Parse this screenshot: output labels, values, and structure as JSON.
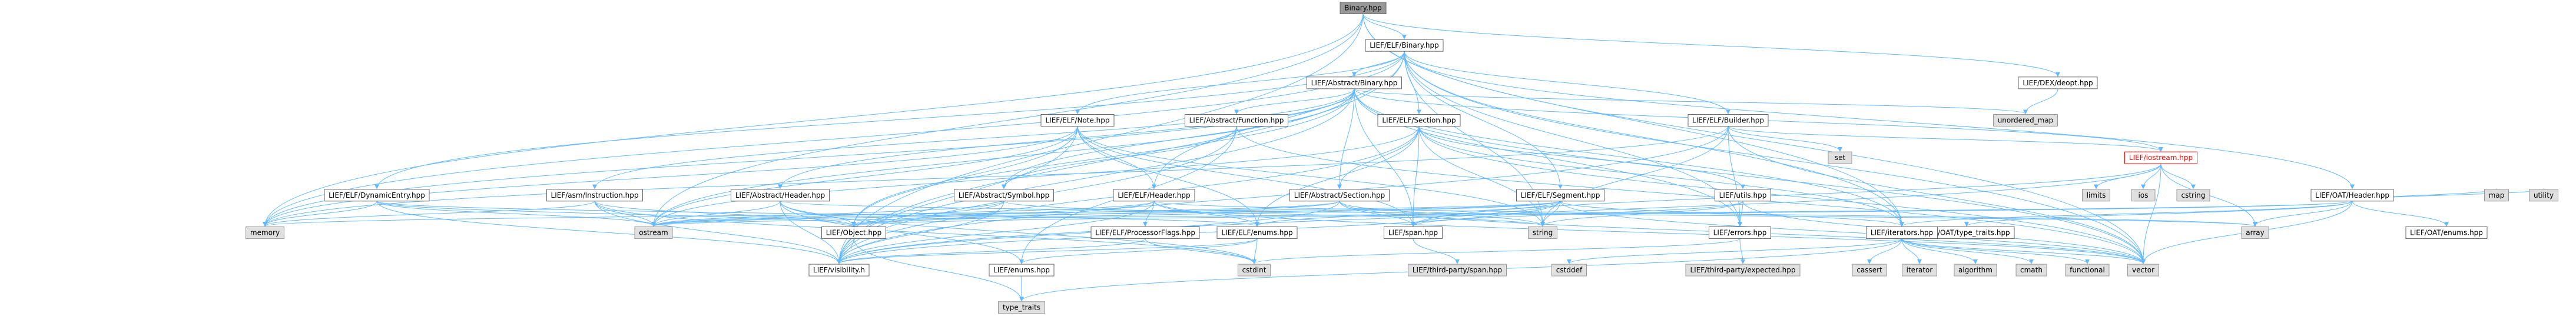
{
  "colors": {
    "edge": "#63b8ff",
    "node_fill": "#ffffff",
    "node_border": "#666666",
    "root_fill": "#999999",
    "root_border": "#666666",
    "system_fill": "#e0e0e0",
    "system_border": "#999999",
    "highlight_border": "#ff0000",
    "highlight_text": "#ff0000",
    "text": "#000000"
  },
  "nodes": [
    {
      "id": "n0",
      "label": "Binary.hpp",
      "kind": "root"
    },
    {
      "id": "n1",
      "label": "LIEF/ELF/Binary.hpp",
      "kind": "file"
    },
    {
      "id": "n2",
      "label": "LIEF/Abstract/Binary.hpp",
      "kind": "file"
    },
    {
      "id": "n3",
      "label": "LIEF/DEX/deopt.hpp",
      "kind": "file"
    },
    {
      "id": "n4",
      "label": "LIEF/OAT/Header.hpp",
      "kind": "file"
    },
    {
      "id": "n5",
      "label": "LIEF/ELF/Note.hpp",
      "kind": "file"
    },
    {
      "id": "n6",
      "label": "LIEF/Abstract/Function.hpp",
      "kind": "file"
    },
    {
      "id": "n7",
      "label": "LIEF/ELF/Section.hpp",
      "kind": "file"
    },
    {
      "id": "n8",
      "label": "LIEF/ELF/Builder.hpp",
      "kind": "file"
    },
    {
      "id": "n9",
      "label": "unordered_map",
      "kind": "system"
    },
    {
      "id": "n10",
      "label": "set",
      "kind": "system"
    },
    {
      "id": "n11",
      "label": "LIEF/iostream.hpp",
      "kind": "highlight"
    },
    {
      "id": "n12",
      "label": "LIEF/ELF/DynamicEntry.hpp",
      "kind": "file"
    },
    {
      "id": "n13",
      "label": "LIEF/asm/Instruction.hpp",
      "kind": "file"
    },
    {
      "id": "n14",
      "label": "LIEF/Abstract/Header.hpp",
      "kind": "file"
    },
    {
      "id": "n15",
      "label": "LIEF/Abstract/Symbol.hpp",
      "kind": "file"
    },
    {
      "id": "n16",
      "label": "LIEF/ELF/Header.hpp",
      "kind": "file"
    },
    {
      "id": "n17",
      "label": "LIEF/Abstract/Section.hpp",
      "kind": "file"
    },
    {
      "id": "n18",
      "label": "LIEF/ELF/Segment.hpp",
      "kind": "file"
    },
    {
      "id": "n19",
      "label": "LIEF/utils.hpp",
      "kind": "file"
    },
    {
      "id": "n20",
      "label": "LIEF/OAT/type_traits.hpp",
      "kind": "file"
    },
    {
      "id": "n21",
      "label": "memory",
      "kind": "system"
    },
    {
      "id": "n22",
      "label": "ostream",
      "kind": "system"
    },
    {
      "id": "n23",
      "label": "LIEF/Object.hpp",
      "kind": "file"
    },
    {
      "id": "n24",
      "label": "LIEF/ELF/ProcessorFlags.hpp",
      "kind": "file"
    },
    {
      "id": "n25",
      "label": "LIEF/ELF/enums.hpp",
      "kind": "file"
    },
    {
      "id": "n26",
      "label": "LIEF/span.hpp",
      "kind": "file"
    },
    {
      "id": "n27",
      "label": "string",
      "kind": "system"
    },
    {
      "id": "n28",
      "label": "LIEF/errors.hpp",
      "kind": "file"
    },
    {
      "id": "n29",
      "label": "LIEF/iterators.hpp",
      "kind": "file"
    },
    {
      "id": "n30",
      "label": "limits",
      "kind": "system"
    },
    {
      "id": "n31",
      "label": "ios",
      "kind": "system"
    },
    {
      "id": "n32",
      "label": "cstring",
      "kind": "system"
    },
    {
      "id": "n33",
      "label": "array",
      "kind": "system"
    },
    {
      "id": "n34",
      "label": "LIEF/OAT/enums.hpp",
      "kind": "file"
    },
    {
      "id": "n35",
      "label": "map",
      "kind": "system"
    },
    {
      "id": "n36",
      "label": "utility",
      "kind": "system"
    },
    {
      "id": "n37",
      "label": "LIEF/visibility.h",
      "kind": "file"
    },
    {
      "id": "n38",
      "label": "LIEF/enums.hpp",
      "kind": "file"
    },
    {
      "id": "n39",
      "label": "cstdint",
      "kind": "system"
    },
    {
      "id": "n40",
      "label": "LIEF/third-party/span.hpp",
      "kind": "system"
    },
    {
      "id": "n41",
      "label": "cstddef",
      "kind": "system"
    },
    {
      "id": "n42",
      "label": "LIEF/third-party/expected.hpp",
      "kind": "system"
    },
    {
      "id": "n43",
      "label": "cassert",
      "kind": "system"
    },
    {
      "id": "n44",
      "label": "iterator",
      "kind": "system"
    },
    {
      "id": "n45",
      "label": "algorithm",
      "kind": "system"
    },
    {
      "id": "n46",
      "label": "cmath",
      "kind": "system"
    },
    {
      "id": "n47",
      "label": "functional",
      "kind": "system"
    },
    {
      "id": "n48",
      "label": "vector",
      "kind": "system"
    },
    {
      "id": "n49",
      "label": "type_traits",
      "kind": "system"
    }
  ],
  "edges": [
    [
      "n0",
      "n1"
    ],
    [
      "n0",
      "n3"
    ],
    [
      "n0",
      "n37"
    ],
    [
      "n0",
      "n21"
    ],
    [
      "n0",
      "n22"
    ],
    [
      "n0",
      "n29"
    ],
    [
      "n0",
      "n48"
    ],
    [
      "n1",
      "n2"
    ],
    [
      "n1",
      "n4"
    ],
    [
      "n1",
      "n5"
    ],
    [
      "n1",
      "n7"
    ],
    [
      "n1",
      "n8"
    ],
    [
      "n1",
      "n12"
    ],
    [
      "n1",
      "n16"
    ],
    [
      "n1",
      "n18"
    ],
    [
      "n1",
      "n29"
    ],
    [
      "n1",
      "n28"
    ],
    [
      "n1",
      "n37"
    ],
    [
      "n1",
      "n48"
    ],
    [
      "n1",
      "n21"
    ],
    [
      "n1",
      "n27"
    ],
    [
      "n2",
      "n6"
    ],
    [
      "n2",
      "n9"
    ],
    [
      "n2",
      "n13"
    ],
    [
      "n2",
      "n14"
    ],
    [
      "n2",
      "n17"
    ],
    [
      "n2",
      "n15"
    ],
    [
      "n2",
      "n23"
    ],
    [
      "n2",
      "n29"
    ],
    [
      "n2",
      "n28"
    ],
    [
      "n2",
      "n26"
    ],
    [
      "n2",
      "n37"
    ],
    [
      "n2",
      "n48"
    ],
    [
      "n2",
      "n21"
    ],
    [
      "n2",
      "n22"
    ],
    [
      "n2",
      "n11"
    ],
    [
      "n3",
      "n9"
    ],
    [
      "n4",
      "n20"
    ],
    [
      "n4",
      "n34"
    ],
    [
      "n4",
      "n33"
    ],
    [
      "n4",
      "n35"
    ],
    [
      "n4",
      "n36"
    ],
    [
      "n4",
      "n48"
    ],
    [
      "n4",
      "n23"
    ],
    [
      "n4",
      "n29"
    ],
    [
      "n4",
      "n22"
    ],
    [
      "n5",
      "n16"
    ],
    [
      "n5",
      "n23"
    ],
    [
      "n5",
      "n25"
    ],
    [
      "n5",
      "n21"
    ],
    [
      "n5",
      "n27"
    ],
    [
      "n5",
      "n22"
    ],
    [
      "n5",
      "n37"
    ],
    [
      "n5",
      "n26"
    ],
    [
      "n6",
      "n15"
    ],
    [
      "n6",
      "n38"
    ],
    [
      "n6",
      "n48"
    ],
    [
      "n6",
      "n37"
    ],
    [
      "n7",
      "n17"
    ],
    [
      "n7",
      "n25"
    ],
    [
      "n7",
      "n19"
    ],
    [
      "n7",
      "n26"
    ],
    [
      "n7",
      "n29"
    ],
    [
      "n7",
      "n37"
    ],
    [
      "n7",
      "n22"
    ],
    [
      "n7",
      "n27"
    ],
    [
      "n7",
      "n48"
    ],
    [
      "n8",
      "n10"
    ],
    [
      "n8",
      "n11"
    ],
    [
      "n8",
      "n28"
    ],
    [
      "n8",
      "n48"
    ],
    [
      "n8",
      "n21"
    ],
    [
      "n8",
      "n37"
    ],
    [
      "n8",
      "n27"
    ],
    [
      "n11",
      "n30"
    ],
    [
      "n11",
      "n31"
    ],
    [
      "n11",
      "n32"
    ],
    [
      "n11",
      "n48"
    ],
    [
      "n11",
      "n33"
    ],
    [
      "n11",
      "n37"
    ],
    [
      "n11",
      "n26"
    ],
    [
      "n12",
      "n23"
    ],
    [
      "n12",
      "n25"
    ],
    [
      "n12",
      "n37"
    ],
    [
      "n12",
      "n22"
    ],
    [
      "n12",
      "n21"
    ],
    [
      "n13",
      "n23"
    ],
    [
      "n13",
      "n37"
    ],
    [
      "n13",
      "n22"
    ],
    [
      "n13",
      "n21"
    ],
    [
      "n13",
      "n39"
    ],
    [
      "n14",
      "n23"
    ],
    [
      "n14",
      "n38"
    ],
    [
      "n14",
      "n37"
    ],
    [
      "n14",
      "n22"
    ],
    [
      "n14",
      "n33"
    ],
    [
      "n14",
      "n39"
    ],
    [
      "n15",
      "n23"
    ],
    [
      "n15",
      "n37"
    ],
    [
      "n15",
      "n22"
    ],
    [
      "n15",
      "n27"
    ],
    [
      "n16",
      "n24"
    ],
    [
      "n16",
      "n25"
    ],
    [
      "n16",
      "n23"
    ],
    [
      "n16",
      "n37"
    ],
    [
      "n16",
      "n33"
    ],
    [
      "n16",
      "n48"
    ],
    [
      "n16",
      "n22"
    ],
    [
      "n17",
      "n23"
    ],
    [
      "n17",
      "n26"
    ],
    [
      "n17",
      "n37"
    ],
    [
      "n17",
      "n48"
    ],
    [
      "n17",
      "n27"
    ],
    [
      "n17",
      "n22"
    ],
    [
      "n18",
      "n23"
    ],
    [
      "n18",
      "n25"
    ],
    [
      "n18",
      "n29"
    ],
    [
      "n18",
      "n26"
    ],
    [
      "n18",
      "n37"
    ],
    [
      "n18",
      "n48"
    ],
    [
      "n18",
      "n27"
    ],
    [
      "n18",
      "n22"
    ],
    [
      "n18",
      "n21"
    ],
    [
      "n19",
      "n28"
    ],
    [
      "n19",
      "n26"
    ],
    [
      "n19",
      "n27"
    ],
    [
      "n19",
      "n48"
    ],
    [
      "n20",
      "n29"
    ],
    [
      "n23",
      "n37"
    ],
    [
      "n23",
      "n49"
    ],
    [
      "n24",
      "n39"
    ],
    [
      "n24",
      "n37"
    ],
    [
      "n25",
      "n39"
    ],
    [
      "n25",
      "n38"
    ],
    [
      "n25",
      "n37"
    ],
    [
      "n26",
      "n40"
    ],
    [
      "n28",
      "n42"
    ],
    [
      "n28",
      "n39"
    ],
    [
      "n29",
      "n43"
    ],
    [
      "n29",
      "n44"
    ],
    [
      "n29",
      "n45"
    ],
    [
      "n29",
      "n46"
    ],
    [
      "n29",
      "n47"
    ],
    [
      "n29",
      "n48"
    ],
    [
      "n29",
      "n41"
    ],
    [
      "n29",
      "n49"
    ],
    [
      "n38",
      "n49"
    ]
  ]
}
